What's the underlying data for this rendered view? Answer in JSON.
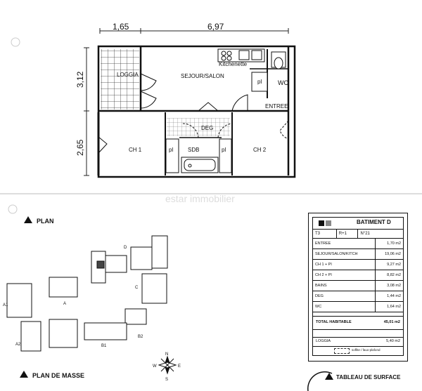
{
  "dimensions": {
    "top_left": "1,65",
    "top_right": "6,97",
    "left_upper": "3,12",
    "left_lower": "2,65"
  },
  "rooms": {
    "loggia": "LOGGIA",
    "sejour": "SEJOUR/SALON",
    "kitchenette": "Kitchenette",
    "wc": "WC",
    "entree": "ENTREE",
    "deg": "DEG",
    "ch1": "CH 1",
    "ch2": "CH 2",
    "sdb": "SDB",
    "pl": "pl"
  },
  "watermark": "estar immobilier",
  "plan": {
    "heading": "PLAN",
    "labels": [
      "D",
      "C",
      "A",
      "A1",
      "A2",
      "B1",
      "B2"
    ]
  },
  "plan_de_masse": {
    "heading": "PLAN DE MASSE"
  },
  "compass": {
    "n": "N",
    "s": "S",
    "e": "E",
    "w": "W"
  },
  "surface_table": {
    "building": "BATIMENT D",
    "type": "T3",
    "level": "R+1",
    "number": "N°21",
    "rows": [
      {
        "label": "ENTREE",
        "value": "1,70 m2"
      },
      {
        "label": "SEJOUR/SALON/KITCH",
        "value": "19,06 m2"
      },
      {
        "label": "CH 1 + Pl",
        "value": "9,27 m2"
      },
      {
        "label": "CH 2 + Pl",
        "value": "8,82 m2"
      },
      {
        "label": "BAINS",
        "value": "3,08 m2"
      },
      {
        "label": "DEG",
        "value": "1,44 m2"
      },
      {
        "label": "WC",
        "value": "1,64 m2"
      }
    ],
    "total_label": "TOTAL HABITABLE",
    "total_value": "45,01 m2",
    "loggia_label": "LOGGIA",
    "loggia_value": "5,40 m2",
    "legend": "soffite / faux-plafond"
  },
  "tableau_heading": "TABLEAU DE SURFACE"
}
